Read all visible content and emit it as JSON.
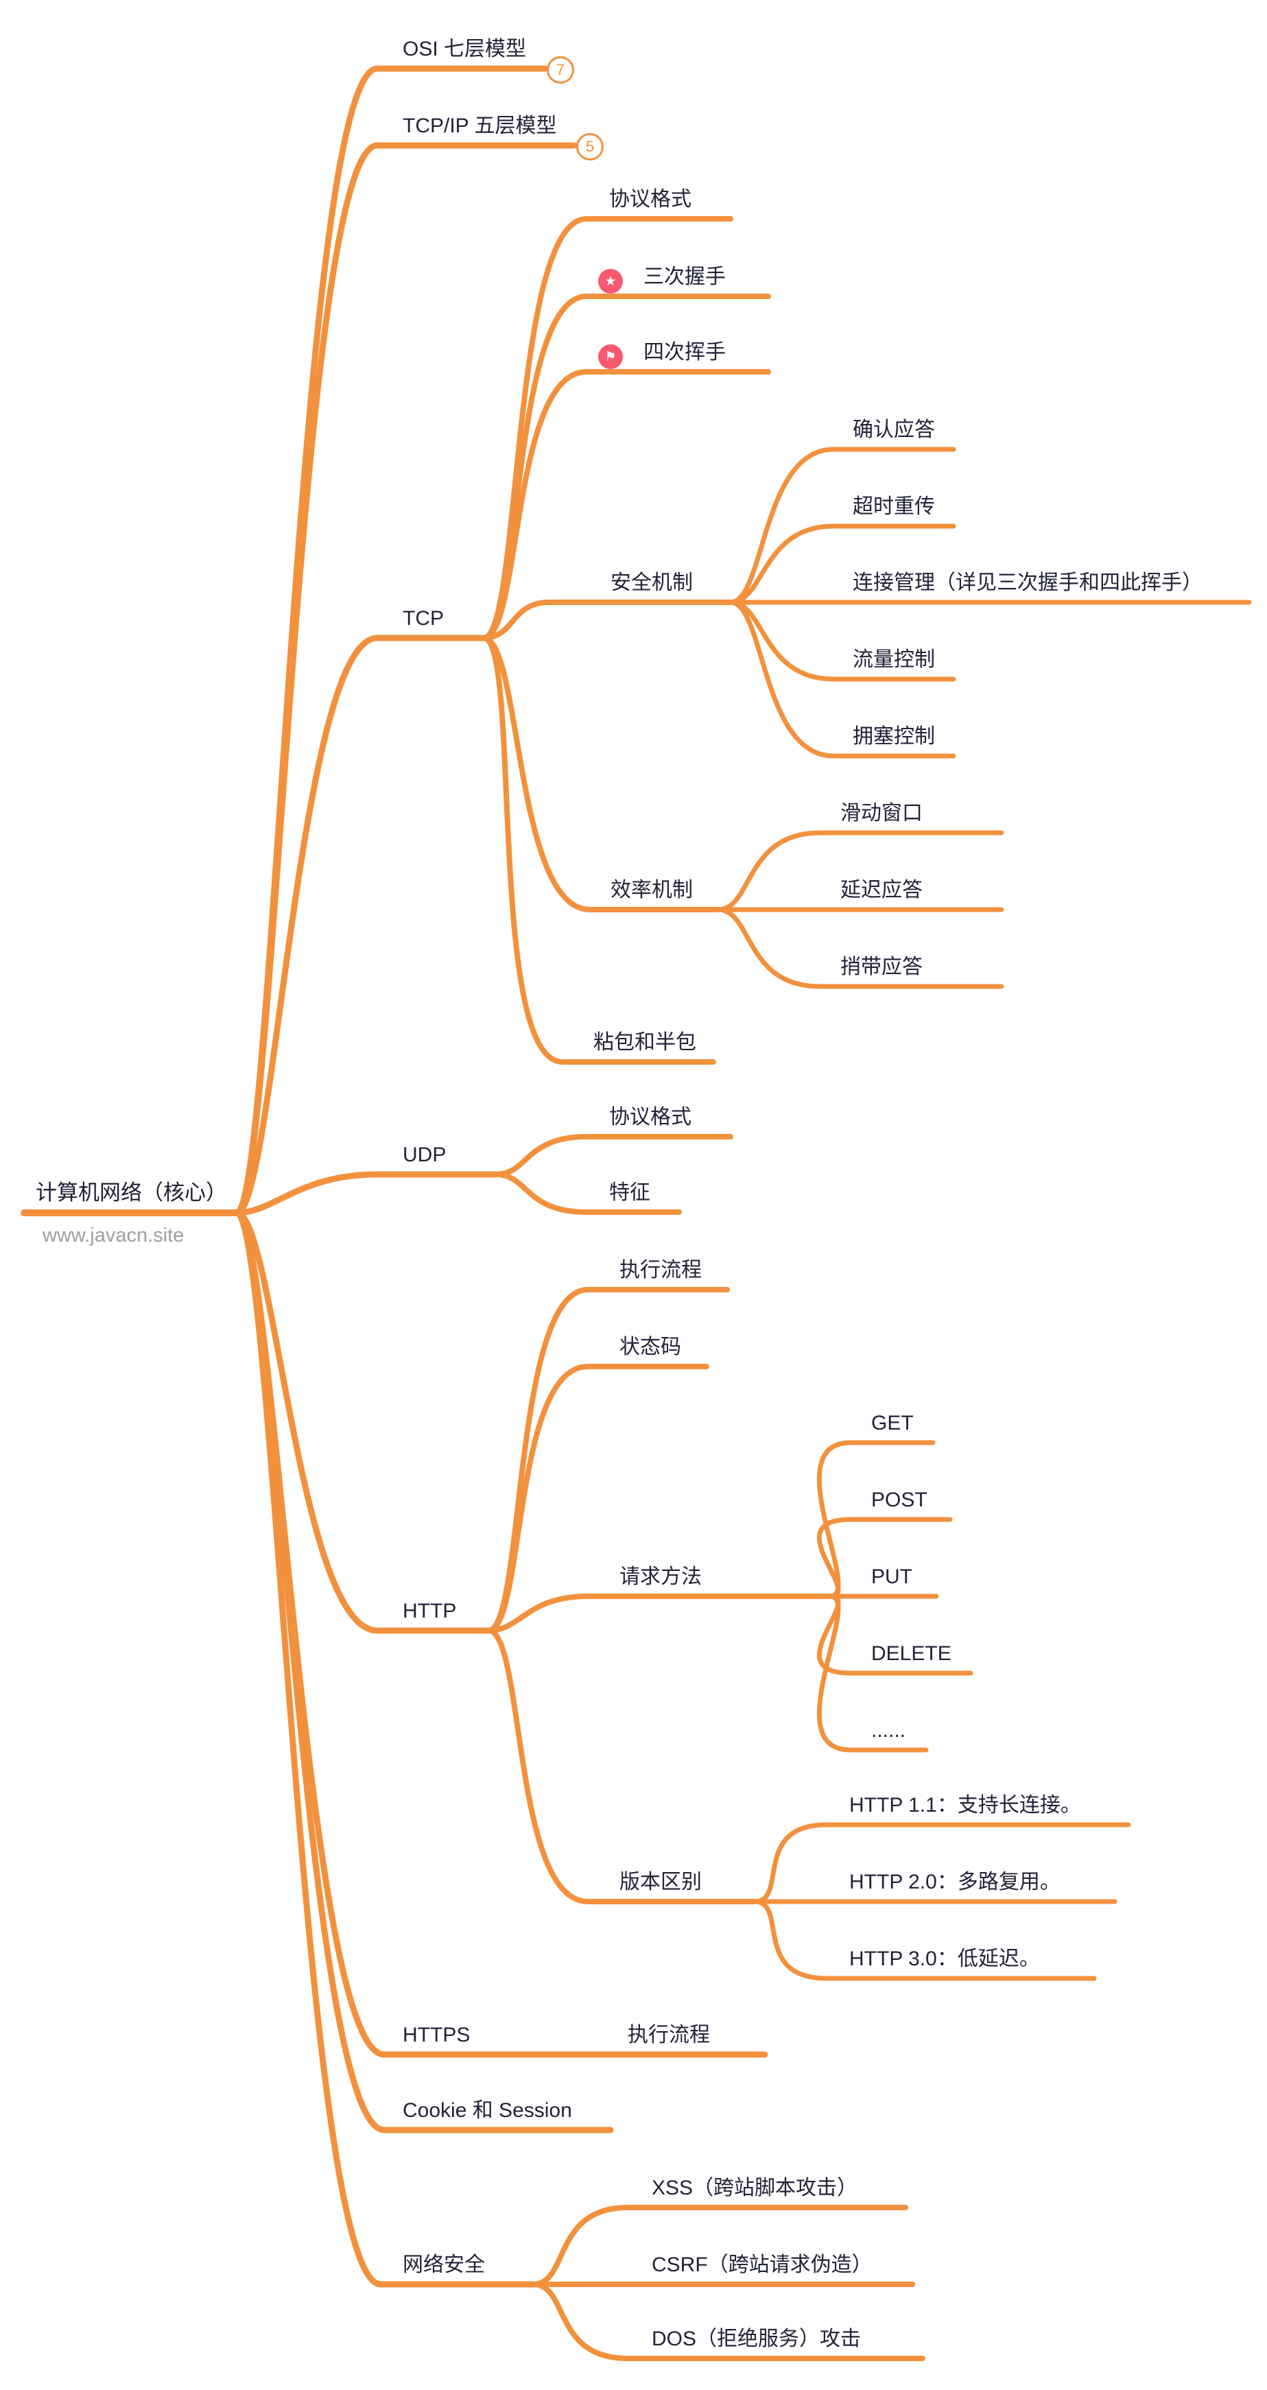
{
  "colors": {
    "branch_line": "#f2913d",
    "marker_background": "#f7596e",
    "text": "#212338",
    "subtitle_text": "#9e9e9e",
    "background": "#ffffff"
  },
  "root": {
    "label": "计算机网络（核心）",
    "subtitle": "www.javacn.site"
  },
  "branches": [
    {
      "label": "OSI 七层模型",
      "badge": "7"
    },
    {
      "label": "TCP/IP 五层模型",
      "badge": "5"
    },
    {
      "label": "TCP",
      "children": [
        {
          "label": "协议格式"
        },
        {
          "label": "三次握手",
          "marker": "star-icon"
        },
        {
          "label": "四次挥手",
          "marker": "flag-icon"
        },
        {
          "label": "安全机制",
          "children": [
            {
              "label": "确认应答"
            },
            {
              "label": "超时重传"
            },
            {
              "label": "连接管理（详见三次握手和四此挥手）"
            },
            {
              "label": "流量控制"
            },
            {
              "label": "拥塞控制"
            }
          ]
        },
        {
          "label": "效率机制",
          "children": [
            {
              "label": "滑动窗口"
            },
            {
              "label": "延迟应答"
            },
            {
              "label": "捎带应答"
            }
          ]
        },
        {
          "label": "粘包和半包"
        }
      ]
    },
    {
      "label": "UDP",
      "children": [
        {
          "label": "协议格式"
        },
        {
          "label": "特征"
        }
      ]
    },
    {
      "label": "HTTP",
      "children": [
        {
          "label": "执行流程"
        },
        {
          "label": "状态码"
        },
        {
          "label": "请求方法",
          "children": [
            {
              "label": "GET"
            },
            {
              "label": "POST"
            },
            {
              "label": "PUT"
            },
            {
              "label": "DELETE"
            },
            {
              "label": "......"
            }
          ]
        },
        {
          "label": "版本区别",
          "children": [
            {
              "label": "HTTP 1.1：支持长连接。"
            },
            {
              "label": "HTTP 2.0：多路复用。"
            },
            {
              "label": "HTTP 3.0：低延迟。"
            }
          ]
        }
      ]
    },
    {
      "label": "HTTPS",
      "children": [
        {
          "label": "执行流程"
        }
      ]
    },
    {
      "label": "Cookie 和 Session"
    },
    {
      "label": "网络安全",
      "children": [
        {
          "label": "XSS（跨站脚本攻击）"
        },
        {
          "label": "CSRF（跨站请求伪造）"
        },
        {
          "label": "DOS（拒绝服务）攻击"
        }
      ]
    }
  ],
  "icons": {
    "star": "★",
    "flag": "⚑"
  }
}
